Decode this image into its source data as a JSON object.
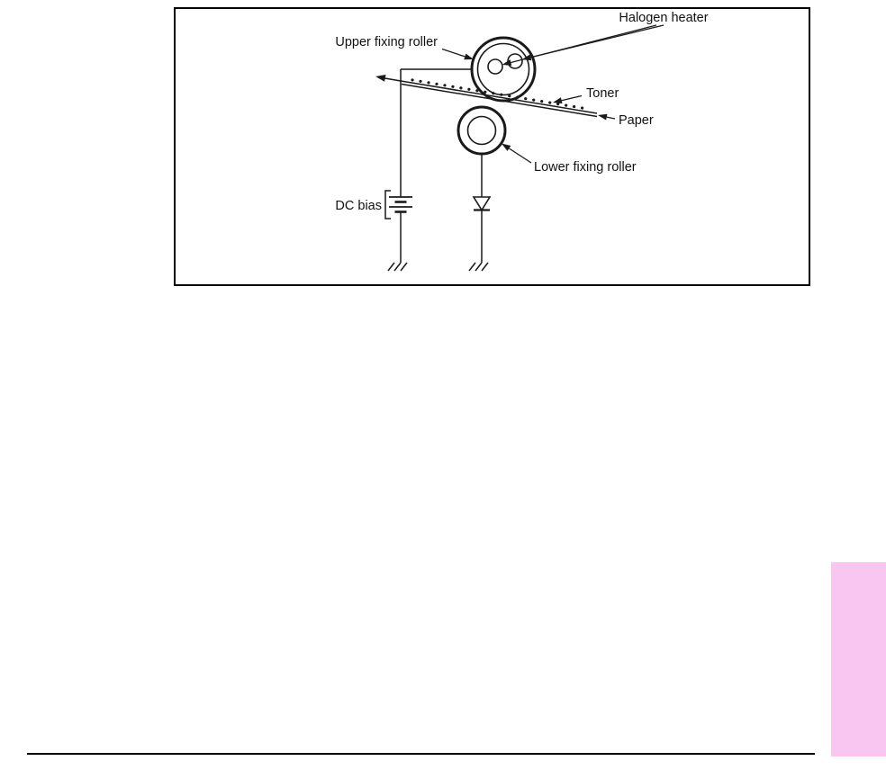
{
  "page": {
    "background": "#ffffff",
    "line_color": "#1a1a1a",
    "side_tab_color": "#f9c6f2"
  },
  "diagram": {
    "labels": {
      "halogen_heater": "Halogen heater",
      "upper_fixing_roller": "Upper fixing roller",
      "toner": "Toner",
      "paper": "Paper",
      "lower_fixing_roller": "Lower fixing roller",
      "dc_bias": "DC bias"
    },
    "symbols": [
      "halogen-heater-lamps",
      "upper-fixing-roller",
      "lower-fixing-roller",
      "paper-sheet",
      "toner-dots",
      "dc-bias-battery",
      "diode",
      "ground",
      "paper-direction-arrow"
    ]
  }
}
